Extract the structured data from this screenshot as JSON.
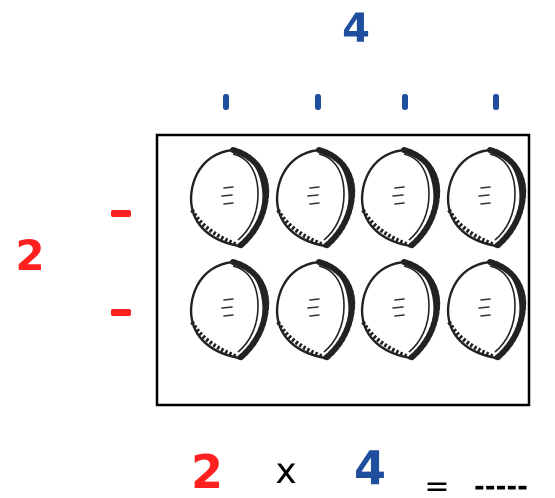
{
  "columns": {
    "count_label": "4",
    "tick_count": 4,
    "color": "#1f4e9e"
  },
  "rows": {
    "count_label": "2",
    "tick_count": 2,
    "color": "#ff2020"
  },
  "grid": {
    "rows": 2,
    "cols": 4,
    "item_icon": "empanada-icon",
    "item_count": 8,
    "border_color": "#000000"
  },
  "equation": {
    "left": "2",
    "operator": "x",
    "right": "4",
    "equals": "=",
    "blank": "-----",
    "left_color": "#ff2020",
    "right_color": "#1f4e9e",
    "text_color": "#000000"
  }
}
